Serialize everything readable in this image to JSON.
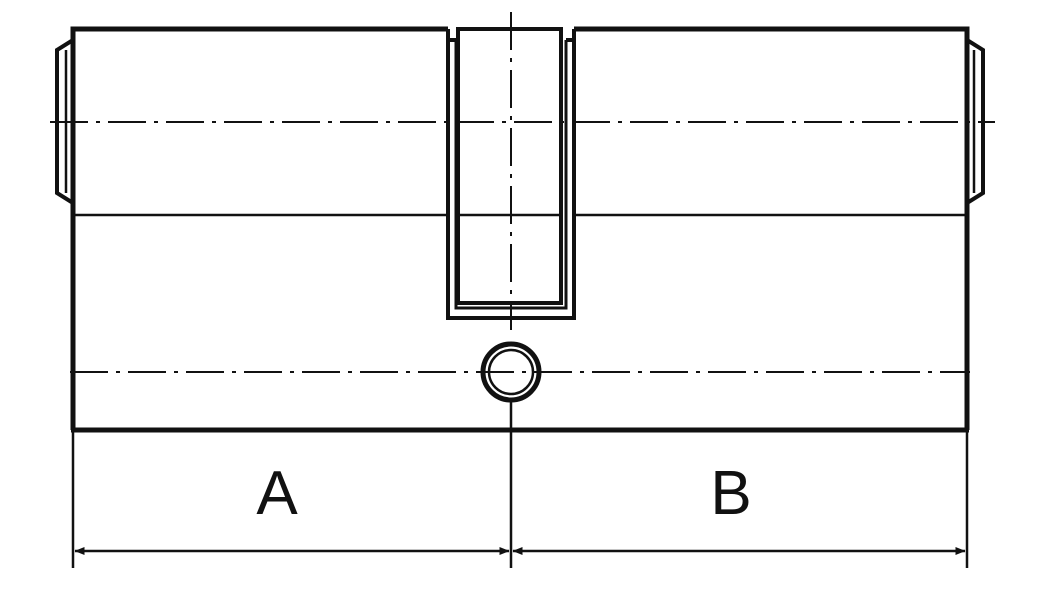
{
  "dimensions": [
    {
      "id": "A",
      "label": "A"
    },
    {
      "id": "B",
      "label": "B"
    }
  ],
  "colors": {
    "ink": "#111111",
    "background": "#ffffff"
  }
}
